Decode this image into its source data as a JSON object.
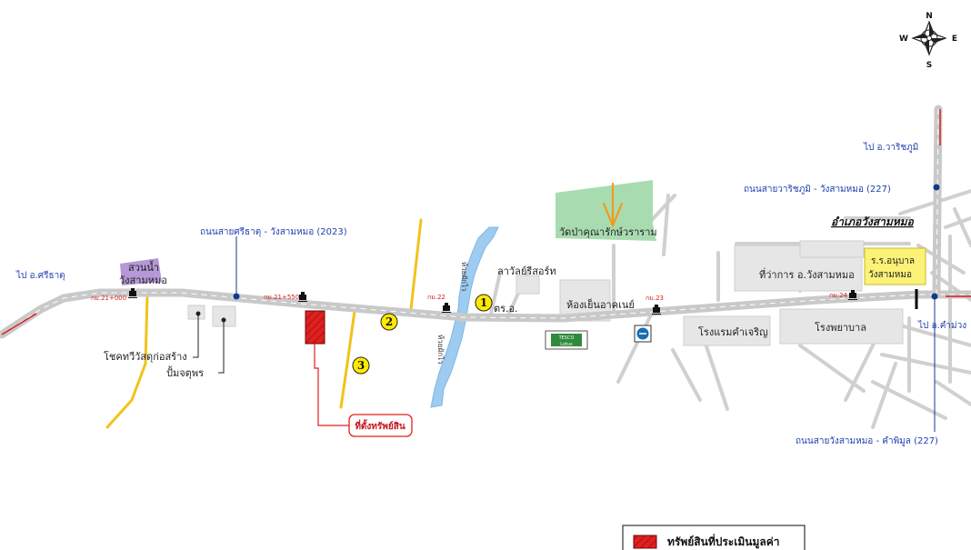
{
  "colors": {
    "main_road": "#c9c9c9",
    "minor_road": "#d8d8d8",
    "yellow_road": "#f2c21a",
    "canal": "#9ecbf0",
    "temple_area": "#a8dcb0",
    "property": "#e0201e",
    "label_blue": "#1f3fb0",
    "km_red": "#d42020"
  },
  "compass": {
    "n": "N",
    "s": "S",
    "e": "E",
    "w": "W"
  },
  "labels": {
    "to_si_that": "ไป อ.ศรีธาตุ",
    "to_warichaphum": "ไป อ.วาริชภูมิ",
    "to_kham_muang": "ไป อ.คำม่วง",
    "road_2023": "ถนนสายศรีธาตุ - วังสามหมอ (2023)",
    "road_227_north": "ถนนสายวาริชภูมิ - วังสามหมอ (227)",
    "road_227_south": "ถนนสายวังสามหมอ - คำพิมูล (227)",
    "district": "อำเภอวังสามหมอ",
    "park_line1": "สวนน้ำ",
    "park_line2": "วังสามหมอ",
    "temple": "วัดป่าคุณารักษ์วราราม",
    "lawan": "ลาวัลย์รีสอร์ท",
    "police": "ตร.อ.",
    "restaurant": "ห้องเย็นอาคเนย์",
    "district_office": "ที่ว่าการ อ.วังสามหมอ",
    "hospital_line1": "ร.ร.อนุบาล",
    "hospital_line2": "วังสามหมอ",
    "hotel": "โรงแรมคำเจริญ",
    "hospital": "โรงพยาบาล",
    "shop1": "โชคทวีวัสดุก่อสร้าง",
    "shop2": "ปั้มจตุพร",
    "canal_name": "ห้วยผักไว",
    "property_site": "ที่ตั้งทรัพย์สิน",
    "lotus_line1": "TESCO",
    "lotus_line2": "Lotus",
    "legend_text": "ทรัพย์สินที่ประเมินมูลค่า"
  },
  "km_markers": [
    "กม.21+000",
    "กม.21+550",
    "กม.22",
    "กม.23",
    "กม.24"
  ],
  "points": [
    "1",
    "2",
    "3"
  ]
}
